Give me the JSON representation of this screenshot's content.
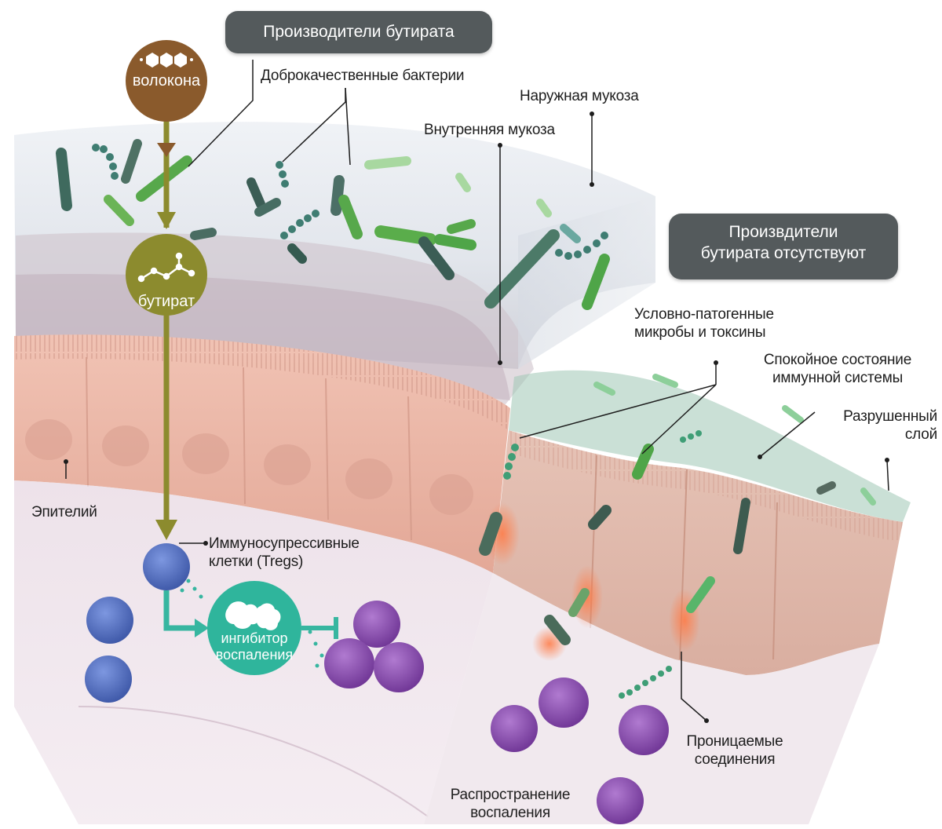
{
  "header": {
    "producers_title": "Производители бутирата",
    "absent_title_line1": "Произвдители",
    "absent_title_line2": "бутирата отсутствуют"
  },
  "nodes": {
    "fiber": "волокона",
    "butyrate": "бутират",
    "inhibitor_line1": "ингибитор",
    "inhibitor_line2": "воспаления"
  },
  "labels": {
    "benign_bacteria": "Доброкачественные бактерии",
    "outer_mucosa": "Наружная мукоза",
    "inner_mucosa": "Внутренняя мукоза",
    "opportunistic_line1": "Условно-патогенные",
    "opportunistic_line2": "микробы и токсины",
    "calm_immune_line1": "Спокойное состояние",
    "calm_immune_line2": "иммунной системы",
    "destroyed_line1": "Разрушенный",
    "destroyed_line2": "слой",
    "epithelium": "Эпителий",
    "tregs_line1": "Иммуносупрессивные",
    "tregs_line2": "клетки (Tregs)",
    "permeable_line1": "Проницаемые",
    "permeable_line2": "соединения",
    "inflammation_line1": "Распространение",
    "inflammation_line2": "воспаления"
  },
  "colors": {
    "fiber_node": "#8a5a2c",
    "butyrate_node": "#8c8b2e",
    "inhibitor_node": "#2fb59c",
    "pill_bg": "#545a5c",
    "epithelium": "#ecb4a4",
    "bacteria_green": "#4d9a45",
    "bacteria_dark": "#3c5e55",
    "immune_blue": "#4f6dc0",
    "immune_purple": "#8a4aae"
  }
}
